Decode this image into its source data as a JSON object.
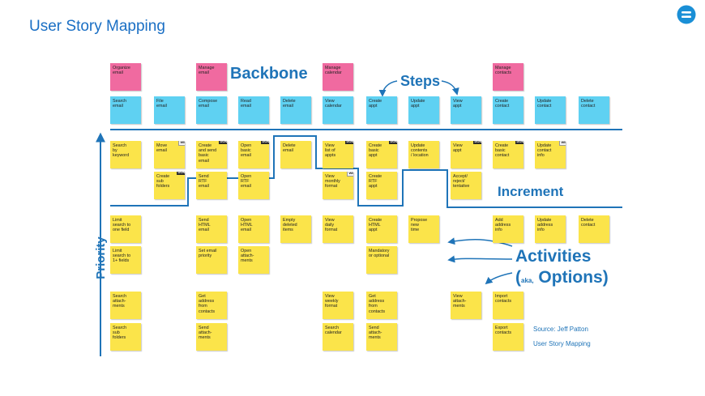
{
  "slide": {
    "title": "User Story Mapping"
  },
  "labels": {
    "backbone": "Backbone",
    "steps": "Steps",
    "increment": "Increment",
    "priority": "Priority",
    "activities": "Activities",
    "options_prefix": "(",
    "options_aka": "aka,",
    "options": " Options)",
    "source": "Source: Jeff Patton",
    "source_title": "User Story Mapping"
  },
  "badges": {
    "done": "DONE",
    "wip": "WIP"
  },
  "notes": [
    {
      "id": "organize-email",
      "text": "Organize\nemail",
      "color": "pink"
    },
    {
      "id": "manage-email",
      "text": "Manage\nemail",
      "color": "pink"
    },
    {
      "id": "manage-calendar",
      "text": "Manage\ncalendar",
      "color": "pink"
    },
    {
      "id": "manage-contacts",
      "text": "Manage\ncontacts",
      "color": "pink"
    },
    {
      "id": "search-email",
      "text": "Search\nemail",
      "color": "blue"
    },
    {
      "id": "file-email",
      "text": "File\nemail",
      "color": "blue"
    },
    {
      "id": "compose-email",
      "text": "Compose\nemail",
      "color": "blue"
    },
    {
      "id": "read-email",
      "text": "Read\nemail",
      "color": "blue"
    },
    {
      "id": "delete-email",
      "text": "Delete\nemail",
      "color": "blue"
    },
    {
      "id": "view-calendar",
      "text": "View\ncalendar",
      "color": "blue"
    },
    {
      "id": "create-appt",
      "text": "Create\nappt",
      "color": "blue"
    },
    {
      "id": "update-appt",
      "text": "Update\nappt",
      "color": "blue"
    },
    {
      "id": "view-appt",
      "text": "View\nappt",
      "color": "blue"
    },
    {
      "id": "create-contact",
      "text": "Create\ncontact",
      "color": "blue"
    },
    {
      "id": "update-contact",
      "text": "Update\ncontact",
      "color": "blue"
    },
    {
      "id": "delete-contact",
      "text": "Delete\ncontact",
      "color": "blue"
    },
    {
      "id": "search-by-keyword",
      "text": "Search\nby\nkeyword",
      "color": "yellow"
    },
    {
      "id": "move-email",
      "text": "Move\nemail",
      "color": "yellow",
      "badge": "wip"
    },
    {
      "id": "create-send-basic-email",
      "text": "Create\nand send\nbasic\nemail",
      "color": "yellow",
      "badge": "done"
    },
    {
      "id": "open-basic-email",
      "text": "Open\nbasic\nemail",
      "color": "yellow",
      "badge": "done"
    },
    {
      "id": "delete-items",
      "text": "Delete\nemail",
      "color": "yellow"
    },
    {
      "id": "view-list-of-appts",
      "text": "View\nlist of\nappts",
      "color": "yellow",
      "badge": "done"
    },
    {
      "id": "create-basic-appt",
      "text": "Create\nbasic\nappt",
      "color": "yellow",
      "badge": "done"
    },
    {
      "id": "update-contents-location",
      "text": "Update\ncontents\n/ location",
      "color": "yellow"
    },
    {
      "id": "view-appt-2",
      "text": "View\nappt",
      "color": "yellow",
      "badge": "done"
    },
    {
      "id": "create-basic-contact",
      "text": "Create\nbasic\ncontact",
      "color": "yellow",
      "badge": "done"
    },
    {
      "id": "update-contact-info",
      "text": "Update\ncontact\ninfo",
      "color": "yellow",
      "badge": "wip"
    },
    {
      "id": "create-sub-folders",
      "text": "Create\nsub\nfolders",
      "color": "yellow",
      "badge": "done"
    },
    {
      "id": "send-rtf-email",
      "text": "Send\nRTF\nemail",
      "color": "yellow"
    },
    {
      "id": "open-rtf-email",
      "text": "Open\nRTF\nemail",
      "color": "yellow"
    },
    {
      "id": "view-monthly-format",
      "text": "View\nmonthly\nformat",
      "color": "yellow",
      "badge": "wip"
    },
    {
      "id": "create-rtf-appt",
      "text": "Create\nRTF\nappt",
      "color": "yellow"
    },
    {
      "id": "accept-reject-tentative",
      "text": "Accept/\nreject/\ntentative",
      "color": "yellow"
    },
    {
      "id": "limit-search-one-field",
      "text": "Limit\nsearch to\none field",
      "color": "yellow"
    },
    {
      "id": "send-html-email",
      "text": "Send\nHTML\nemail",
      "color": "yellow"
    },
    {
      "id": "open-html-email",
      "text": "Open\nHTML\nemail",
      "color": "yellow"
    },
    {
      "id": "empty-deleted-items",
      "text": "Empty\ndeleted\nitems",
      "color": "yellow"
    },
    {
      "id": "view-daily-format",
      "text": "View\ndaily\nformat",
      "color": "yellow"
    },
    {
      "id": "create-html-appt",
      "text": "Create\nHTML\nappt",
      "color": "yellow"
    },
    {
      "id": "propose-new-time",
      "text": "Propose\nnew\ntime",
      "color": "yellow"
    },
    {
      "id": "add-address-info",
      "text": "Add\naddress\ninfo",
      "color": "yellow"
    },
    {
      "id": "update-address-info",
      "text": "Update\naddress\ninfo",
      "color": "yellow"
    },
    {
      "id": "delete-contact-2",
      "text": "Delete\ncontact",
      "color": "yellow"
    },
    {
      "id": "limit-search-1plus-fields",
      "text": "Limit\nsearch to\n1+ fields",
      "color": "yellow"
    },
    {
      "id": "set-email-priority",
      "text": "Set email\npriority",
      "color": "yellow"
    },
    {
      "id": "open-attachments",
      "text": "Open\nattach-\nments",
      "color": "yellow"
    },
    {
      "id": "mandatory-or-optional",
      "text": "Mandatory\nor optional",
      "color": "yellow"
    },
    {
      "id": "search-attachments",
      "text": "Search\nattach-\nments",
      "color": "yellow"
    },
    {
      "id": "get-address-from-contacts",
      "text": "Get\naddress\nfrom\ncontacts",
      "color": "yellow"
    },
    {
      "id": "view-weekly-format",
      "text": "View\nweekly\nformat",
      "color": "yellow"
    },
    {
      "id": "get-address-from-contacts-2",
      "text": "Get\naddress\nfrom\ncontacts",
      "color": "yellow"
    },
    {
      "id": "view-attachments",
      "text": "View\nattach-\nments",
      "color": "yellow"
    },
    {
      "id": "import-contacts",
      "text": "Import\ncontacts",
      "color": "yellow"
    },
    {
      "id": "search-sub-folders",
      "text": "Search\nsub\nfolders",
      "color": "yellow"
    },
    {
      "id": "send-attachments",
      "text": "Send\nattach-\nments",
      "color": "yellow"
    },
    {
      "id": "search-calendar",
      "text": "Search\ncalendar",
      "color": "yellow"
    },
    {
      "id": "send-attachments-2",
      "text": "Send\nattach-\nments",
      "color": "yellow"
    },
    {
      "id": "export-contacts",
      "text": "Export\ncontacts",
      "color": "yellow"
    }
  ]
}
